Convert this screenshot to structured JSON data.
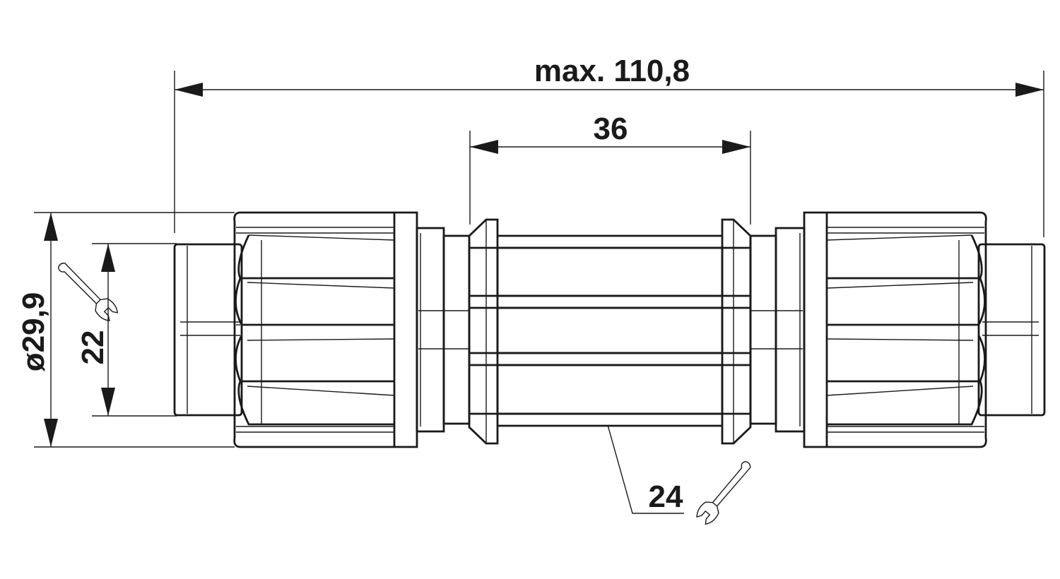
{
  "dimensions": {
    "overall_length": "max. 110,8",
    "center_length": "36",
    "outer_diameter": "ø29,9",
    "nut_wrench_size": "22",
    "body_wrench_size": "24"
  },
  "icons": {
    "left_wrench": "wrench-icon",
    "bottom_wrench": "wrench-icon"
  },
  "colors": {
    "line": "#1a1a1a",
    "background": "#ffffff"
  }
}
